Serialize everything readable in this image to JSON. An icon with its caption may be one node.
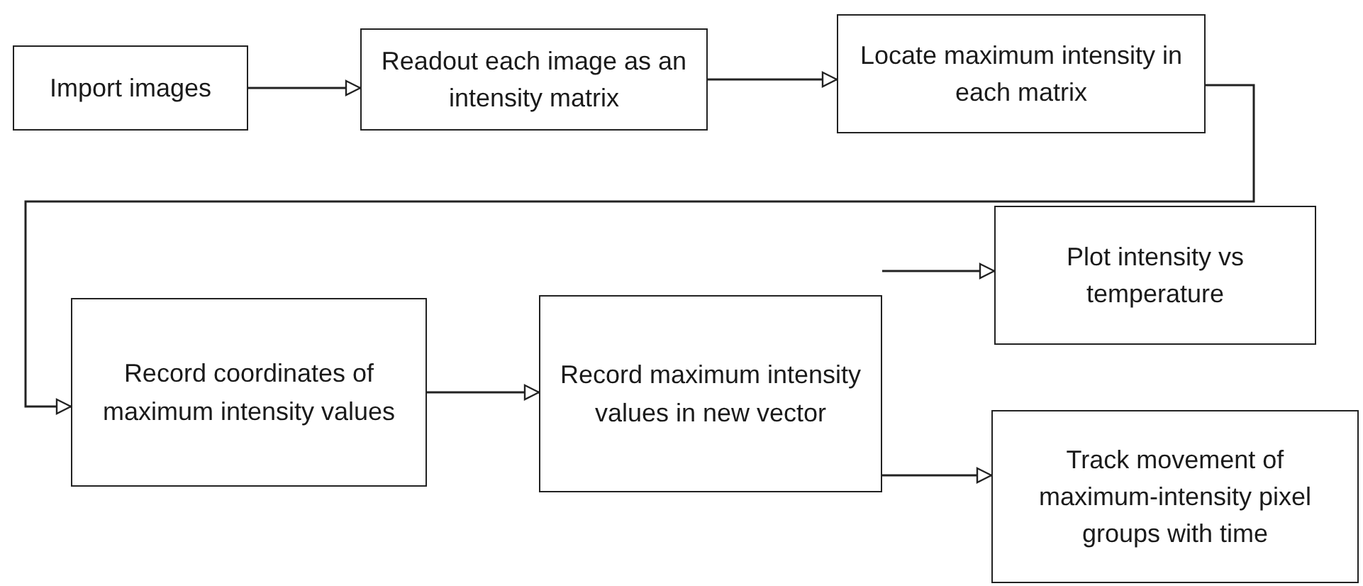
{
  "diagram": {
    "nodes": [
      {
        "text": [
          "Import images"
        ]
      },
      {
        "text": [
          "Readout each image as an intensity matrix"
        ]
      },
      {
        "text": [
          "Locate maximum intensity in each matrix"
        ]
      },
      {
        "text": [
          "Record coordinates of maximum intensity values"
        ]
      },
      {
        "text": [
          "Record maximum intensity values in new vector"
        ]
      },
      {
        "text": [
          "Plot intensity vs temperature"
        ]
      },
      {
        "text": [
          "Track movement of maximum-intensity pixel groups with time"
        ]
      }
    ],
    "edges": [
      {
        "from": 0,
        "to": 1,
        "arrow": "to"
      },
      {
        "from": 1,
        "to": 2,
        "arrow": "to"
      },
      {
        "from": 2,
        "to": 3,
        "arrow": "to"
      },
      {
        "from": 3,
        "to": 4,
        "arrow": "to"
      },
      {
        "from": 4,
        "to": 5,
        "arrow": "to"
      },
      {
        "from": 4,
        "to": 6,
        "arrow": "to"
      }
    ]
  }
}
